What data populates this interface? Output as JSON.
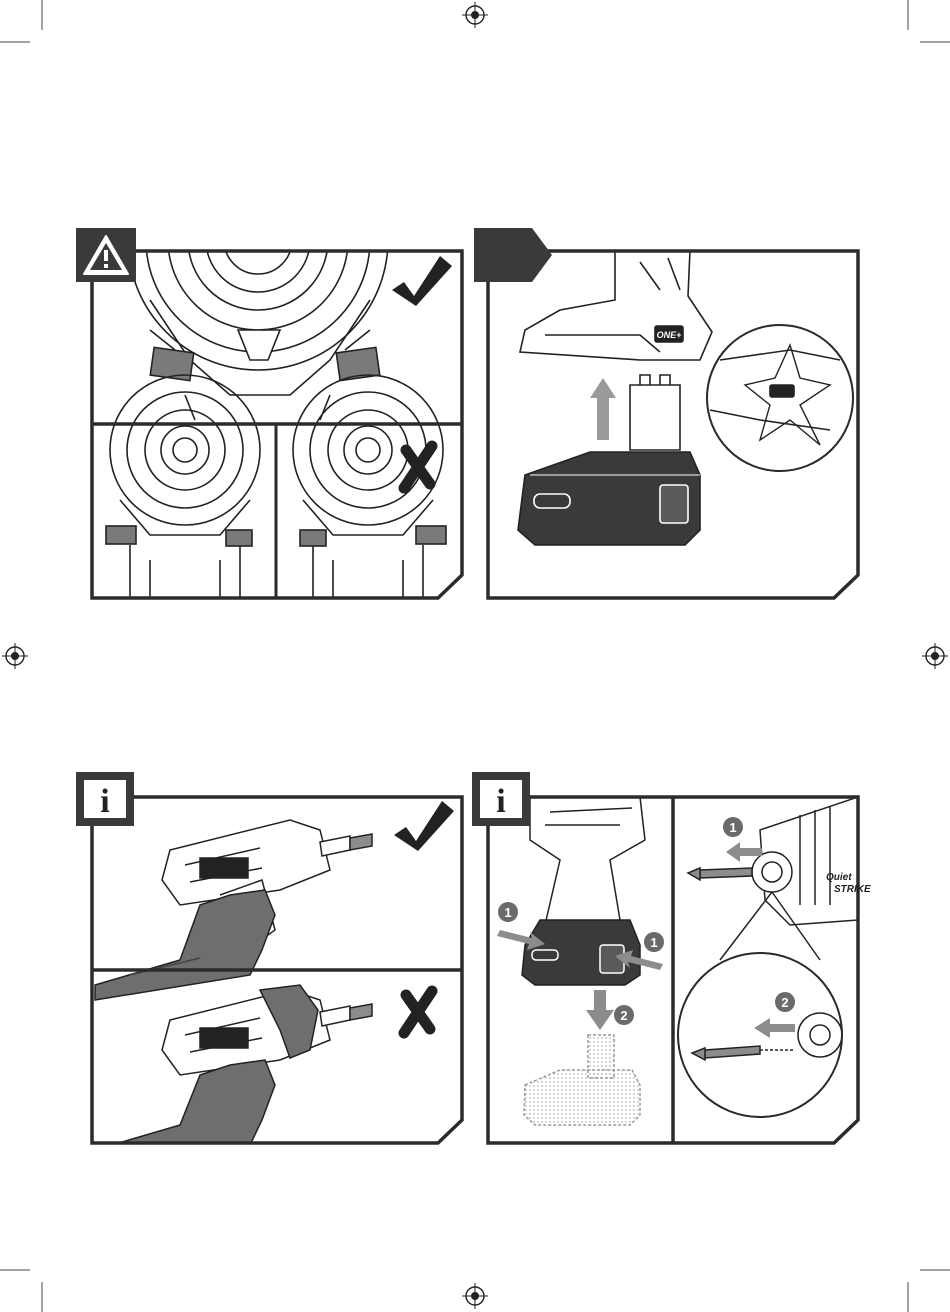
{
  "colors": {
    "frame": "#2b2b2b",
    "badge_dark": "#3a3a3a",
    "glove": "#6e6e6e",
    "bit_grey": "#8c8c8c",
    "light_grey": "#cfcfcf",
    "ghost": "#d9d9d9",
    "paper": "#ffffff"
  },
  "panels": {
    "warning": {
      "badge_icon": "warning-triangle-icon",
      "correct_icon": "check-mark-icon",
      "incorrect_icon": "cross-mark-icon"
    },
    "battery_removal": {
      "badge_icon": "step-arrow-icon",
      "logo_text": "ONE+"
    },
    "grip_info": {
      "badge_icon": "info-icon",
      "badge_text": "i",
      "correct_icon": "check-mark-icon",
      "incorrect_icon": "cross-mark-icon"
    },
    "battery_bit_info": {
      "badge_icon": "info-icon",
      "badge_text": "i",
      "step_numbers": [
        "1",
        "1",
        "2",
        "1",
        "2"
      ],
      "brand_text_1": "Quiet",
      "brand_text_2": "STRIKE"
    }
  },
  "registration_marks": [
    "crosshair-icon",
    "crosshair-icon",
    "crosshair-icon",
    "crosshair-icon"
  ]
}
